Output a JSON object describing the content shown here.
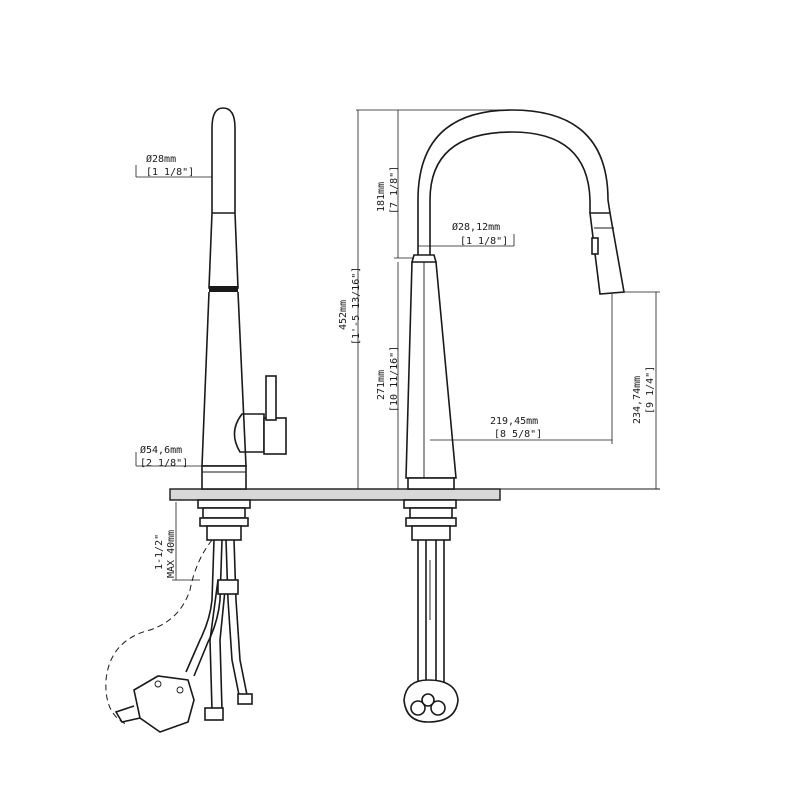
{
  "dimensions": {
    "spout_dia_side": {
      "mm": "Ø28mm",
      "inch": "[1 1/8\"]"
    },
    "base_dia": {
      "mm": "Ø54,6mm",
      "inch": "[2 1/8\"]"
    },
    "tail_max": {
      "inch": "1-1/2\"",
      "mm": "MAX 40mm"
    },
    "total_height": {
      "mm": "452mm",
      "inch": "[1'-5 13/16\"]"
    },
    "arc_height": {
      "mm": "181mm",
      "inch": "[7 1/8\"]"
    },
    "body_height": {
      "mm": "271mm",
      "inch": "[10 11/16\"]"
    },
    "spout_dia_front": {
      "mm": "Ø28,12mm",
      "inch": "[1 1/8\"]"
    },
    "reach": {
      "mm": "219,45mm",
      "inch": "[8 5/8\"]"
    },
    "spout_clearance": {
      "mm": "234,74mm",
      "inch": "[9 1/4\"]"
    }
  }
}
